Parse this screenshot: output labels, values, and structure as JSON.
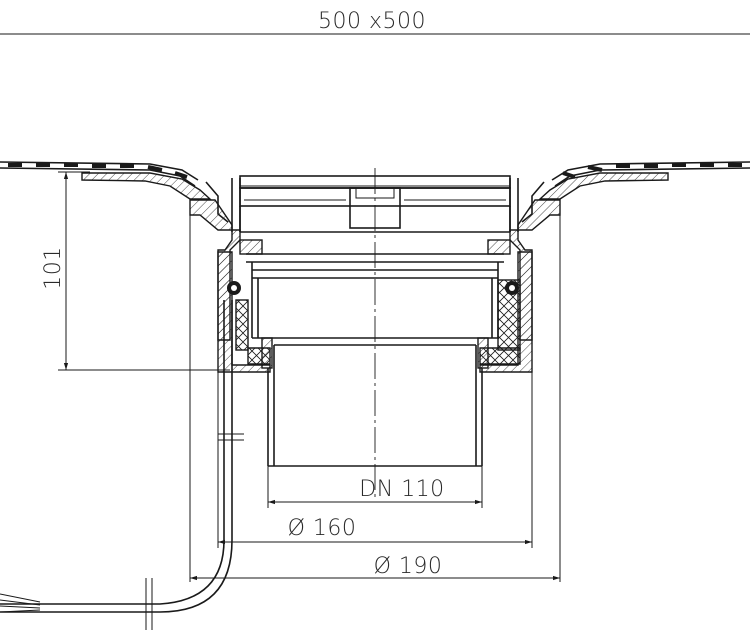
{
  "drawing": {
    "top_dimension": "500 x500",
    "height_dimension": "101",
    "dn_dimension": "DN 110",
    "d160_dimension": "Ø 160",
    "d190_dimension": "Ø 190"
  },
  "colors": {
    "line": "#1a1a1a",
    "background": "#ffffff"
  }
}
